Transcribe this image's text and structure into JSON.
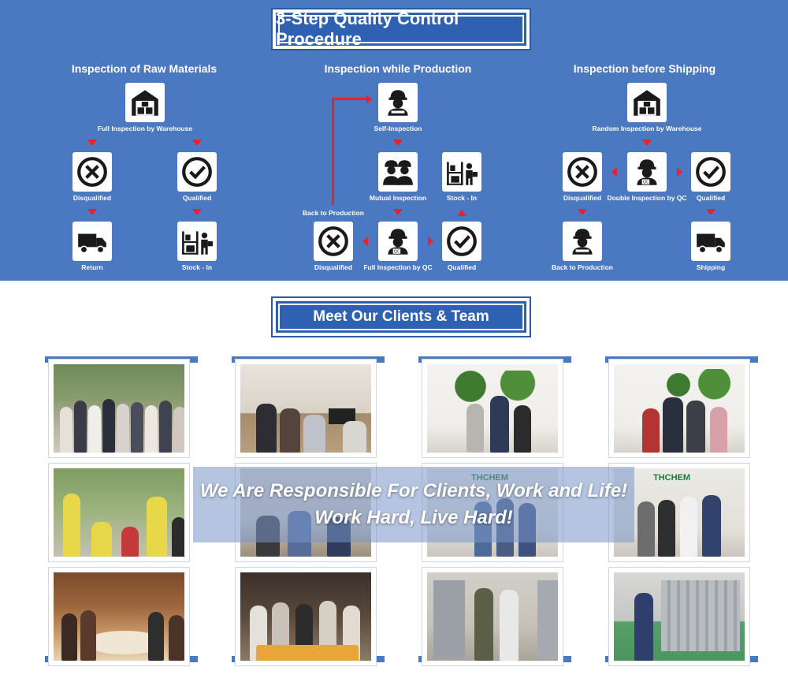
{
  "qc": {
    "title": "3-Step Quality Control Procedure",
    "steps": [
      {
        "title": "Inspection of Raw Materials",
        "nodes": {
          "start": "Full Inspection by Warehouse",
          "disq": "Disqualified",
          "qual": "Qualified",
          "ret": "Return",
          "stock": "Stock - In"
        }
      },
      {
        "title": "Inspection while Production",
        "nodes": {
          "self": "Self-Inspection",
          "mutual": "Mutual Inspection",
          "stock": "Stock - In",
          "back": "Back to Production",
          "disq": "Disqualified",
          "full": "Full Inspection by QC",
          "qual": "Qualified"
        }
      },
      {
        "title": "Inspection before Shipping",
        "nodes": {
          "start": "Random Inspection by Warehouse",
          "disq": "Disqualified",
          "double": "Double Inspection by QC",
          "qual": "Qualified",
          "back": "Back to Production",
          "ship": "Shipping"
        }
      }
    ]
  },
  "team": {
    "title": "Meet Our Clients & Team",
    "slogan1": "We Are Responsible For Clients, Work and Life!",
    "slogan2": "Work Hard, Live Hard!",
    "logo_text": "THCHEM"
  },
  "colors": {
    "panel": "#4a79c2",
    "banner": "#2f61b3",
    "arrow": "#e8212b",
    "icon": "#1a1a1a"
  }
}
